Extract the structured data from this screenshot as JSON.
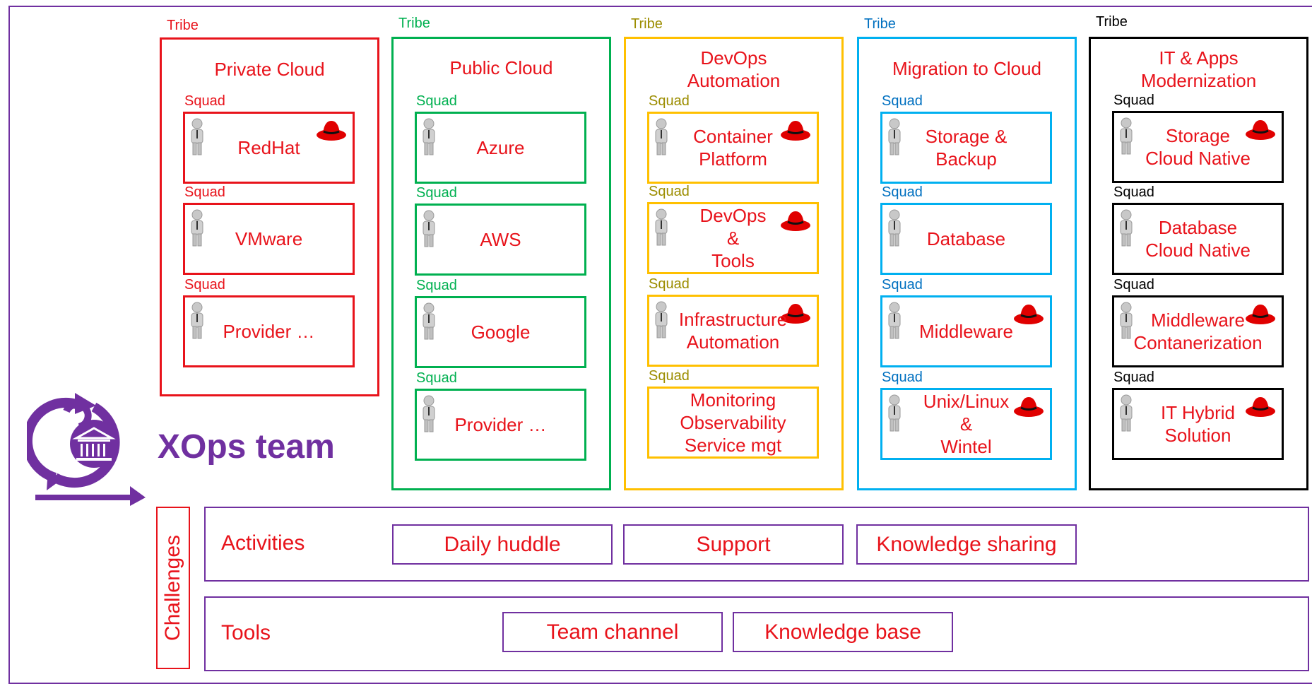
{
  "colors": {
    "text_red": "#e8131b",
    "purple": "#7030a0",
    "tribe_red": "#e8131b",
    "tribe_green": "#00b050",
    "tribe_gold": "#ffc000",
    "tribe_gold_label": "#9c8d00",
    "tribe_blue": "#00b0f0",
    "tribe_blue_label": "#0070c0",
    "tribe_black": "#000000"
  },
  "logo": {
    "text": "XOps team",
    "icon": "agile-cycle-institution-icon"
  },
  "tribes": [
    {
      "label": "Tribe",
      "title": "Private Cloud",
      "squads": [
        {
          "label": "Squad",
          "name": "RedHat",
          "redhat": true
        },
        {
          "label": "Squad",
          "name": "VMware",
          "redhat": false
        },
        {
          "label": "Squad",
          "name": "Provider …",
          "redhat": false
        }
      ]
    },
    {
      "label": "Tribe",
      "title": "Public Cloud",
      "squads": [
        {
          "label": "Squad",
          "name": "Azure",
          "redhat": false
        },
        {
          "label": "Squad",
          "name": "AWS",
          "redhat": false
        },
        {
          "label": "Squad",
          "name": "Google",
          "redhat": false
        },
        {
          "label": "Squad",
          "name": "Provider …",
          "redhat": false
        }
      ]
    },
    {
      "label": "Tribe",
      "title": "DevOps\nAutomation",
      "squads": [
        {
          "label": "Squad",
          "name": "Container\nPlatform",
          "redhat": true
        },
        {
          "label": "Squad",
          "name": "DevOps\n&\nTools",
          "redhat": true
        },
        {
          "label": "Squad",
          "name": "Infrastructure\nAutomation",
          "redhat": true
        },
        {
          "label": "Squad",
          "name": "Monitoring\nObservability\nService mgt",
          "redhat": false
        }
      ]
    },
    {
      "label": "Tribe",
      "title": "Migration to Cloud",
      "squads": [
        {
          "label": "Squad",
          "name": "Storage &\nBackup",
          "redhat": false
        },
        {
          "label": "Squad",
          "name": "Database",
          "redhat": false
        },
        {
          "label": "Squad",
          "name": "Middleware",
          "redhat": true
        },
        {
          "label": "Squad",
          "name": "Unix/Linux\n&\nWintel",
          "redhat": true
        }
      ]
    },
    {
      "label": "Tribe",
      "title": "IT & Apps\nModernization",
      "squads": [
        {
          "label": "Squad",
          "name": "Storage\nCloud Native",
          "redhat": true
        },
        {
          "label": "Squad",
          "name": "Database\nCloud Native",
          "redhat": false
        },
        {
          "label": "Squad",
          "name": "Middleware\nContanerization",
          "redhat": true
        },
        {
          "label": "Squad",
          "name": "IT Hybrid\nSolution",
          "redhat": true
        }
      ]
    }
  ],
  "challenges": {
    "label": "Challenges",
    "activities": {
      "title": "Activities",
      "items": [
        "Daily huddle",
        "Support",
        "Knowledge sharing"
      ]
    },
    "tools": {
      "title": "Tools",
      "items": [
        "Team channel",
        "Knowledge base"
      ]
    }
  }
}
